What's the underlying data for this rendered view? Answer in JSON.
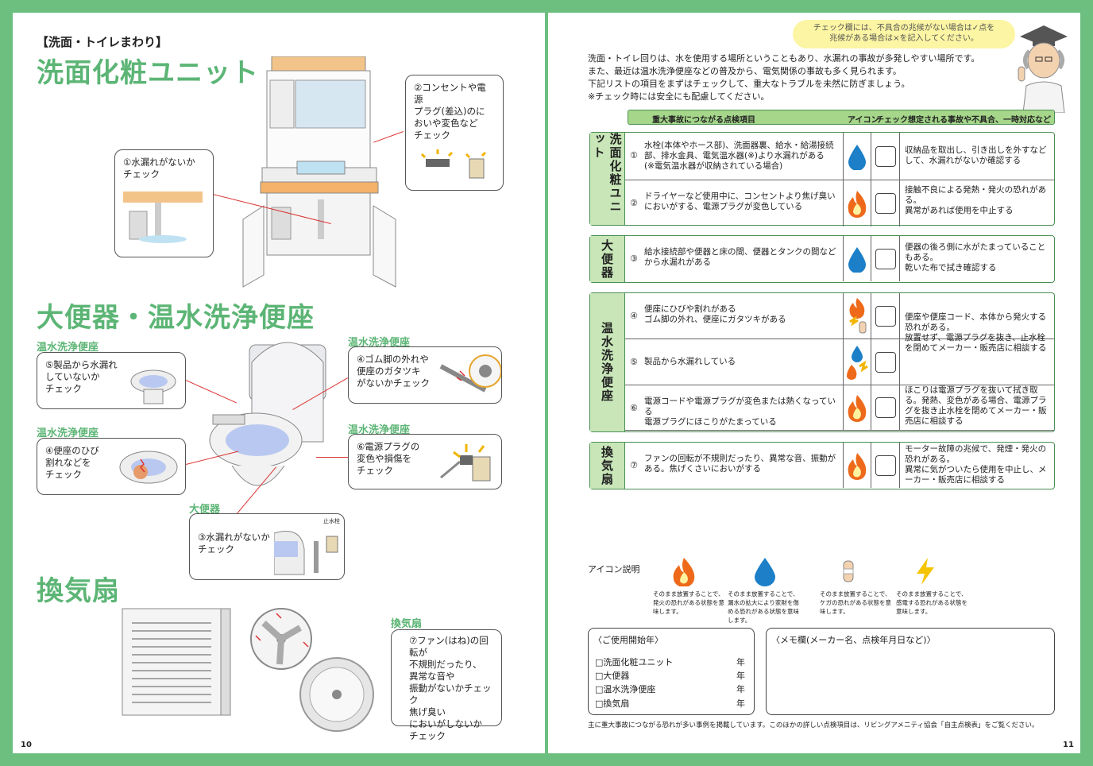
{
  "left": {
    "section_label": "【洗面・トイレまわり】",
    "title1": "洗面化粧ユニット",
    "title2": "大便器・温水洗浄便座",
    "title3": "換気扇",
    "callout1": "①水漏れがないか\nチェック",
    "callout2": "②コンセントや電源\nプラグ(差込)のに\nおいや変色など\nチェック",
    "sub_washlet_a": "温水洗浄便座",
    "callout5": "⑤製品から水漏れ\nしていないか\nチェック",
    "sub_washlet_b": "温水洗浄便座",
    "callout4a": "④便座のひび\n割れなどを\nチェック",
    "sub_washlet_c": "温水洗浄便座",
    "callout4b": "④ゴム脚の外れや\n便座のガタツキ\nがないかチェック",
    "sub_washlet_d": "温水洗浄便座",
    "callout6": "⑥電源プラグの\n変色や損傷を\nチェック",
    "sub_toilet": "大便器",
    "callout3": "③水漏れがないか\nチェック",
    "stop_valve": "止水栓",
    "sub_fan": "換気扇",
    "callout7": "⑦ファン(はね)の回転が\n不規則だったり、\n異常な音や\n振動がないかチェック\n焦げ臭い\nにおいがしないか\nチェック",
    "page_number": "10"
  },
  "right": {
    "bubble": "チェック欄には、不具合の兆候がない場合は✓点を\n兆候がある場合は×を記入してください。",
    "intro": "洗面・トイレ回りは、水を使用する場所ということもあり、水漏れの事故が多発しやすい場所です。\nまた、最近は温水洗浄便座などの普及から、電気関係の事故も多く見られます。\n下記リストの項目をまずはチェックして、重大なトラブルを未然に防ぎましょう。\n※チェック時には安全にも配慮してください。",
    "header": {
      "item": "重大事故につながる点検項目",
      "icon": "アイコン",
      "check": "チェック",
      "result": "想定される事故や不具合、一時対応など"
    },
    "groups": [
      {
        "label": "洗面化粧ユニット",
        "rows": [
          {
            "num": "①",
            "text": "水栓(本体やホース部)、洗面器裏、給水・給湯接続部、排水金具、電気温水器(※)より水漏れがある\n(※電気温水器が収納されている場合)",
            "icon": "water-drop-icon",
            "result": "収納品を取出し、引き出しを外すなどして、水漏れがないか確認する"
          },
          {
            "num": "②",
            "text": "ドライヤーなど使用中に、コンセントより焦げ臭いにおいがする、電源プラグが変色している",
            "icon": "fire-icon",
            "result": "接触不良による発熱・発火の恐れがある。\n異常があれば使用を中止する"
          }
        ]
      },
      {
        "label": "大便器",
        "rows": [
          {
            "num": "③",
            "text": "給水接続部や便器と床の間、便器とタンクの間などから水漏れがある",
            "icon": "water-drop-icon",
            "result": "便器の後ろ側に水がたまっていることもある。\n乾いた布で拭き確認する"
          }
        ]
      },
      {
        "label": "温水洗浄便座",
        "rows": [
          {
            "num": "④",
            "text": "便座にひびや割れがある\nゴム脚の外れ、便座にガタツキがある",
            "icon": "fire-injury-icon",
            "result": ""
          },
          {
            "num": "⑤",
            "text": "製品から水漏れしている",
            "icon": "water-fire-shock-icon",
            "result": ""
          },
          {
            "num": "⑥",
            "text": "電源コードや電源プラグが変色または熱くなっている\n電源プラグにほこりがたまっている",
            "icon": "fire-icon",
            "result": "ほこりは電源プラグを抜いて拭き取る。発熱、変色がある場合、電源プラグを抜き止水栓を閉めてメーカー・販売店に相談する"
          }
        ]
      },
      {
        "label": "換気扇",
        "rows": [
          {
            "num": "⑦",
            "text": "ファンの回転が不規則だったり、異常な音、振動がある。焦げくさいにおいがする",
            "icon": "fire-icon",
            "result": "モーター故障の兆候で、発煙・発火の恐れがある。\n異常に気がついたら使用を中止し、メーカー・販売店に相談する"
          }
        ]
      }
    ],
    "washlet_result_45": "便座や便座コード、本体から発火する恐れがある。\n放置せず、電源プラグを抜き、止水栓を閉めてメーカー・販売店に相談する",
    "icon_legend_title": "アイコン説明",
    "icon_legend": [
      {
        "icon": "fire-icon",
        "text": "そのまま放置することで、発火の恐れがある状態を意味します。"
      },
      {
        "icon": "water-drop-icon",
        "text": "そのまま放置することで、漏水の拡大により家財を傷める恐れがある状態を意味します。"
      },
      {
        "icon": "injury-icon",
        "text": "そのまま放置することで、ケガの恐れがある状態を意味します。"
      },
      {
        "icon": "lightning-icon",
        "text": "そのまま放置することで、感電する恐れがある状態を意味します。"
      }
    ],
    "usage_title": "〈ご使用開始年〉",
    "usage_items": [
      "□洗面化粧ユニット",
      "□大便器",
      "□温水洗浄便座",
      "□換気扇"
    ],
    "year_label": "年",
    "memo_title": "〈メモ欄(メーカー名、点検年月日など)〉",
    "footer": "主に重大事故につながる恐れが多い事例を掲載しています。このほかの詳しい点検項目は、リビングアメニティ協会「自主点検表」をご覧ください。",
    "page_number": "11"
  },
  "colors": {
    "background": "#6cbf7e",
    "title_green": "#5cb575",
    "header_green": "#a5d68a",
    "label_green": "#c8e6b8"
  }
}
